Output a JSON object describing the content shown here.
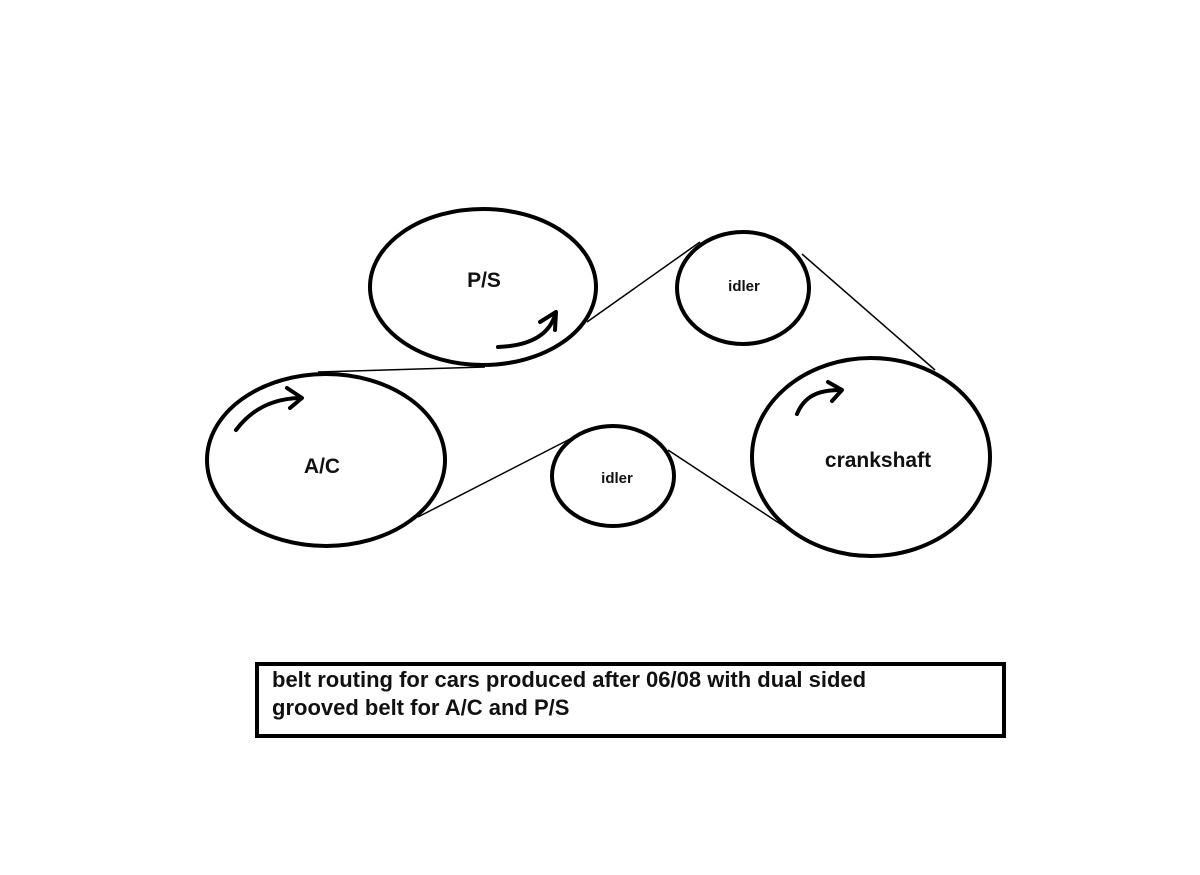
{
  "pulleys": {
    "ps": "P/S",
    "idler_top": "idler",
    "ac": "A/C",
    "idler_bottom": "idler",
    "crankshaft": "crankshaft"
  },
  "caption": {
    "line1": "belt routing for cars produced after 06/08 with dual sided",
    "line2": "grooved belt for  A/C and P/S"
  }
}
